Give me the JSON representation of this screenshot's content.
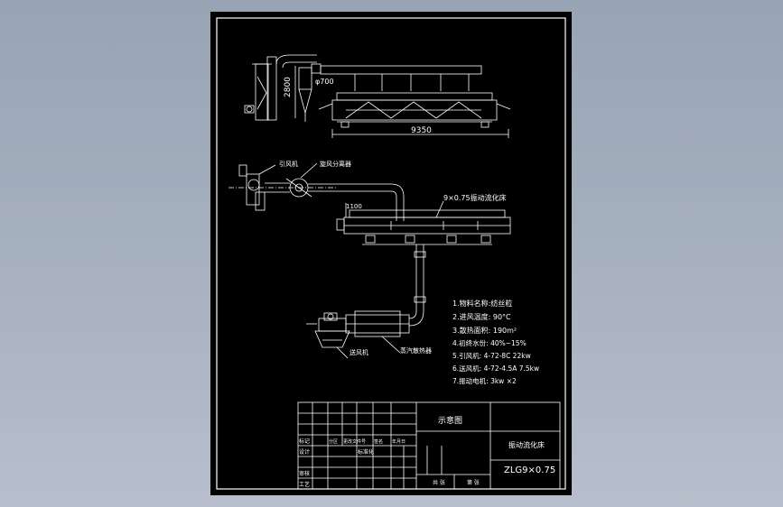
{
  "drawing": {
    "dimensions": {
      "height": "2800",
      "diameter": "φ700",
      "length": "9350",
      "riser_height": "1100"
    },
    "labels": {
      "fan": "引风机",
      "separator": "旋风分离器",
      "dryer_name": "9×0.75振动流化床",
      "blower": "送风机",
      "heater": "蒸汽散热器"
    },
    "specs": [
      "1.物料名称:纺丝粒",
      "2.进风温度: 90°C",
      "3.散热面积: 190m²",
      "4.初终水份: 40%~15%",
      "5.引风机: 4-72-8C 22kw",
      "6.送风机: 4-72-4.5A 7.5kw",
      "7.振动电机: 3kw ×2"
    ],
    "title_block": {
      "drawing_title": "示意图",
      "product_name": "振动流化床",
      "model": "ZLG9×0.75",
      "row_labels": [
        "标记",
        "设计",
        "审核",
        "工艺"
      ],
      "mid_labels": [
        "分区",
        "更改文件号",
        "签名",
        "年月日"
      ],
      "std_label": "标准化",
      "bottom_cells": [
        "共 张",
        "第 张"
      ]
    }
  },
  "colors": {
    "line": "#ffffff",
    "background": "#000000",
    "page": "#a3adbb"
  }
}
